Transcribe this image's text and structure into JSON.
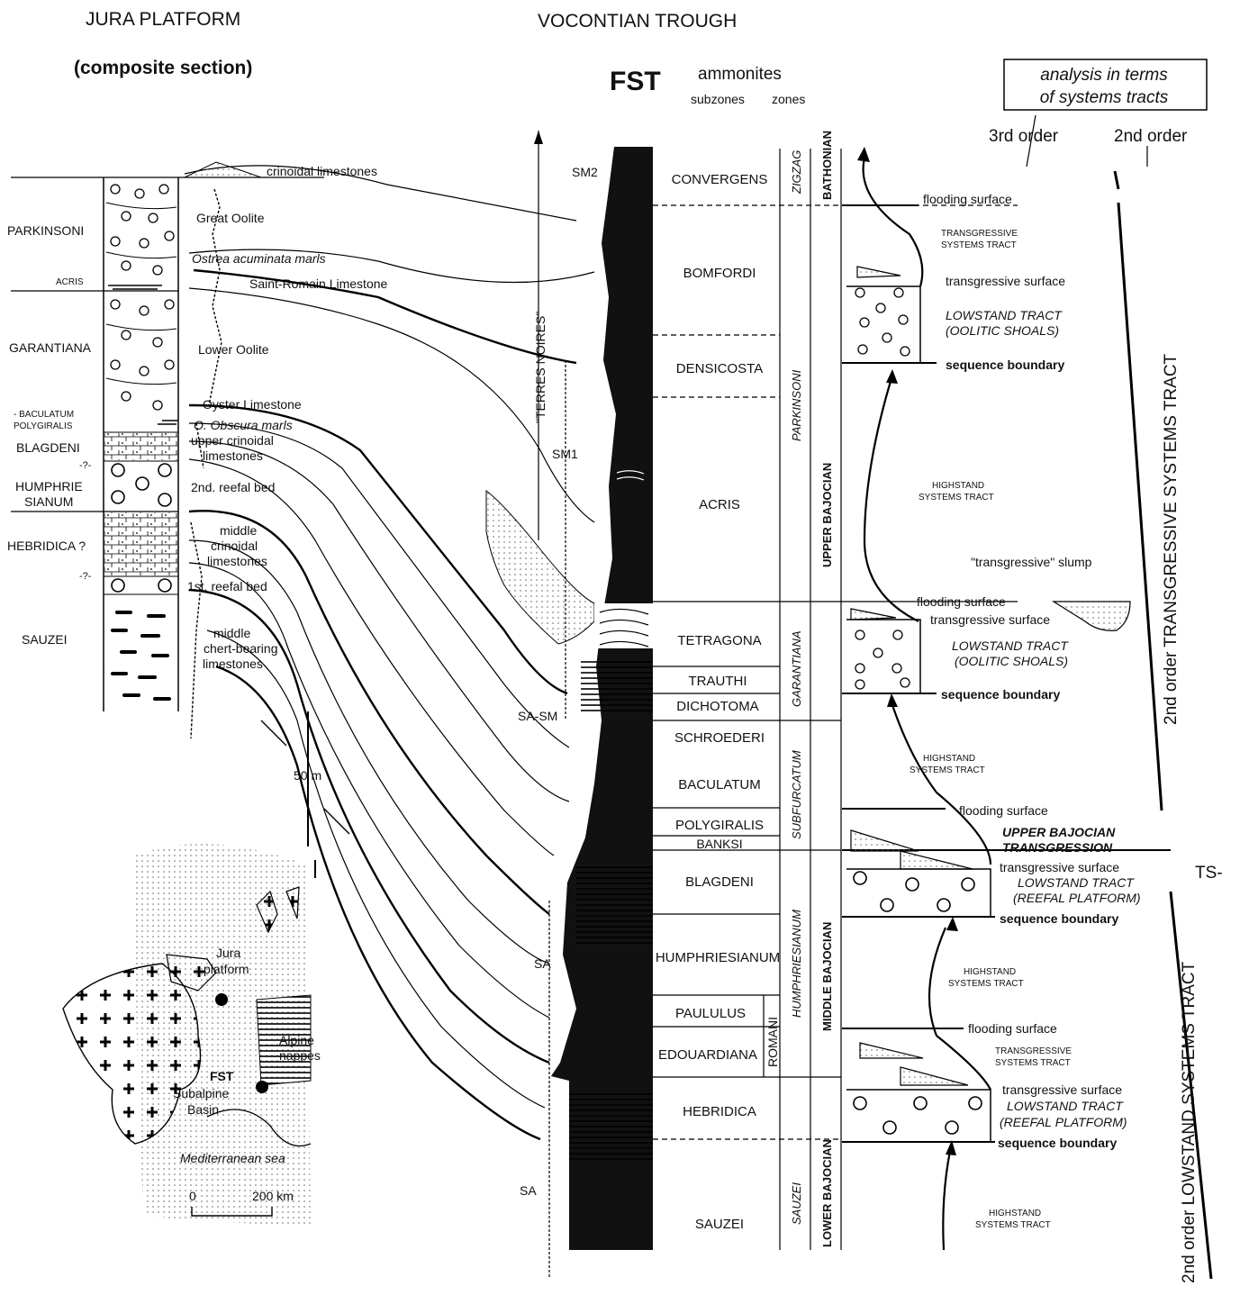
{
  "headers": {
    "jura": "JURA PLATFORM",
    "composite": "(composite section)",
    "vocontian": "VOCONTIAN TROUGH",
    "fst": "FST",
    "ammonites": "ammonites",
    "subzones": "subzones",
    "zones": "zones",
    "analysis_line1": "analysis in terms",
    "analysis_line2": "of systems tracts",
    "order3": "3rd order",
    "order2": "2nd order"
  },
  "jura_zones": [
    "PARKINSONI",
    "ACRIS",
    "GARANTIANA",
    "- BACULATUM",
    "POLYGIRALIS",
    "BLAGDENI",
    "HUMPHRIE",
    "SIANUM",
    "HEBRIDICA ?",
    "SAUZEI"
  ],
  "jura_marks": [
    "-?-",
    "-?-"
  ],
  "jura_lith": [
    "crinoidal limestones",
    "Great Oolite",
    "Ostrea acuminata marls",
    "Saint-Romain Limestone",
    "Lower Oolite",
    "Oyster Limestone",
    "O. Obscura marls",
    "upper crinoidal",
    "limestones",
    "2nd. reefal bed",
    "middle",
    "crinoidal",
    "limestones",
    "1st. reefal bed",
    "middle",
    "chert-bearing",
    "limestones"
  ],
  "fst": {
    "terres_noires": "\"TERRES NOIRES\"",
    "levels": [
      "SM2",
      "SM1",
      "SA-SM",
      "SA",
      "SA"
    ]
  },
  "subzones": [
    "CONVERGENS",
    "BOMFORDI",
    "DENSICOSTA",
    "ACRIS",
    "TETRAGONA",
    "TRAUTHI",
    "DICHOTOMA",
    "SCHROEDERI",
    "BACULATUM",
    "POLYGIRALIS",
    "BANKSI",
    "BLAGDENI",
    "HUMPHRIESIANUM",
    "PAULULUS",
    "EDOUARDIANA",
    "HEBRIDICA",
    "SAUZEI",
    "ROMANI"
  ],
  "zones": [
    "ZIGZAG",
    "PARKINSONI",
    "GARANTIANA",
    "SUBFURCATUM",
    "HUMPHRIESIANUM",
    "SAUZEI"
  ],
  "stages": [
    "BATHONIAN",
    "UPPER BAJOCIAN",
    "MIDDLE BAJOCIAN",
    "LOWER BAJOCIAN"
  ],
  "tracts": {
    "flooding_1": "flooding surface",
    "tst_1a": "TRANSGRESSIVE",
    "tst_1b": "SYSTEMS TRACT",
    "transgressive_1": "transgressive surface",
    "lowstand_1": "LOWSTAND TRACT",
    "oolitic_1": "(OOLITIC SHOALS)",
    "sequence_1": "sequence boundary",
    "hst_1a": "HIGHSTAND",
    "hst_1b": "SYSTEMS TRACT",
    "slump": "\"transgressive\" slump",
    "flooding_2": "flooding surface",
    "transgressive_2": "transgressive surface",
    "lowstand_2": "LOWSTAND TRACT",
    "oolitic_2": "(OOLITIC SHOALS)",
    "sequence_2": "sequence boundary",
    "hst_2a": "HIGHSTAND",
    "hst_2b": "SYSTEMS TRACT",
    "flooding_3": "flooding surface",
    "upper_bajocian": "UPPER BAJOCIAN",
    "transgression": "TRANSGRESSION",
    "transgressive_3": "transgressive surface",
    "lowstand_3": "LOWSTAND TRACT",
    "reefal_3": "(REEFAL PLATFORM)",
    "sequence_3": "sequence boundary",
    "hst_3a": "HIGHSTAND",
    "hst_3b": "SYSTEMS TRACT",
    "flooding_4": "flooding surface",
    "tst_4a": "TRANSGRESSIVE",
    "tst_4b": "SYSTEMS TRACT",
    "transgressive_4": "transgressive surface",
    "lowstand_4": "LOWSTAND TRACT",
    "reefal_4": "(REEFAL PLATFORM)",
    "sequence_4": "sequence boundary",
    "hst_4a": "HIGHSTAND",
    "hst_4b": "SYSTEMS TRACT"
  },
  "second_order": {
    "transgressive": "2nd order TRANSGRESSIVE SYSTEMS TRACT",
    "lowstand": "2nd order LOWSTAND SYSTEMS TRACT",
    "ts": "TS-"
  },
  "scale": {
    "label": "50 m"
  },
  "map": {
    "jura": "Jura",
    "platform": "platform",
    "alpine": "Alpine",
    "nappes": "nappes",
    "fst": "FST",
    "subalpine": "Subalpine",
    "basin": "Basin",
    "mediterranean": "Mediterranean sea",
    "scale_0": "0",
    "scale_200": "200 km"
  }
}
